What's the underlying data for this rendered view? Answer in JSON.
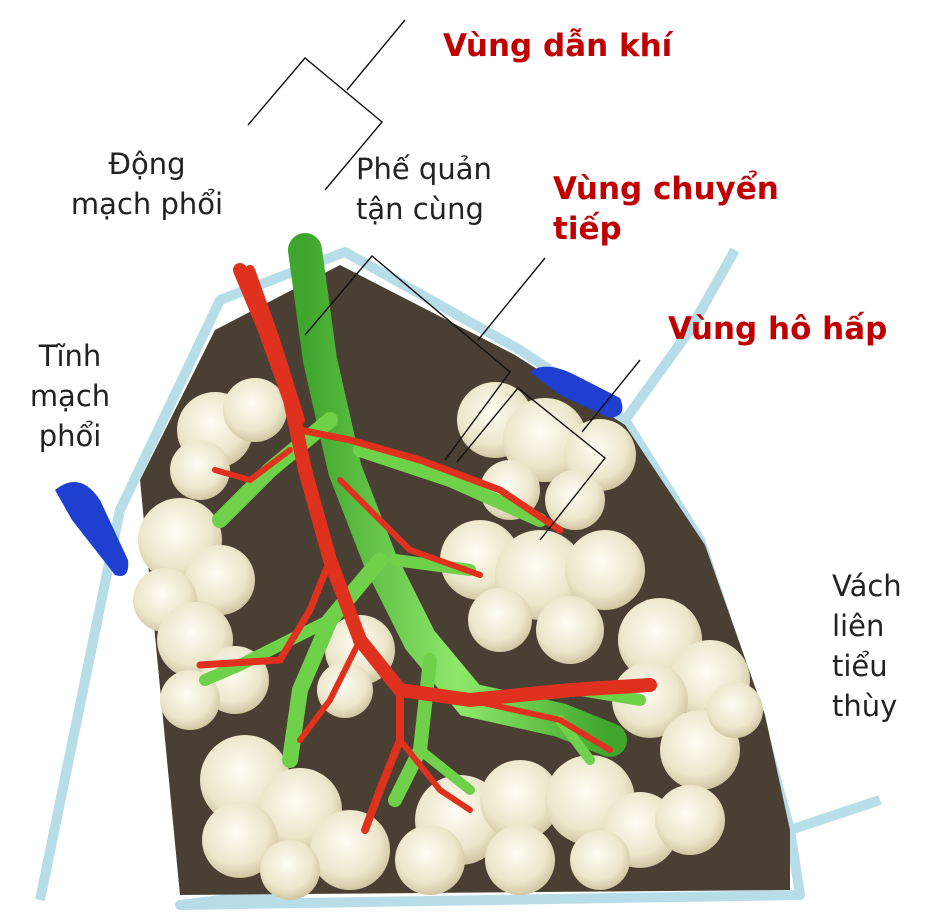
{
  "zones": {
    "conducting": "Vùng dẫn khí",
    "transitional_line1": "Vùng chuyển",
    "transitional_line2": "tiếp",
    "respiratory": "Vùng hô hấp"
  },
  "labels": {
    "pulmonary_artery_line1": "Động",
    "pulmonary_artery_line2": "mạch phổi",
    "terminal_bronchiole_line1": "Phế quản",
    "terminal_bronchiole_line2": "tận cùng",
    "pulmonary_vein_line1": "Tĩnh",
    "pulmonary_vein_line2": "mạch",
    "pulmonary_vein_line3": "phổi",
    "septum_line1": "Vách",
    "septum_line2": "liên",
    "septum_line3": "tiểu",
    "septum_line4": "thùy"
  },
  "colors": {
    "zone_text": "#c00000",
    "artery": "#e0301e",
    "bronchiole": "#6fd14a",
    "vein": "#1f3fd0",
    "alveoli": "#f1ecd5",
    "lobule_fill": "#4a3f33",
    "septum": "#b7dde8"
  }
}
